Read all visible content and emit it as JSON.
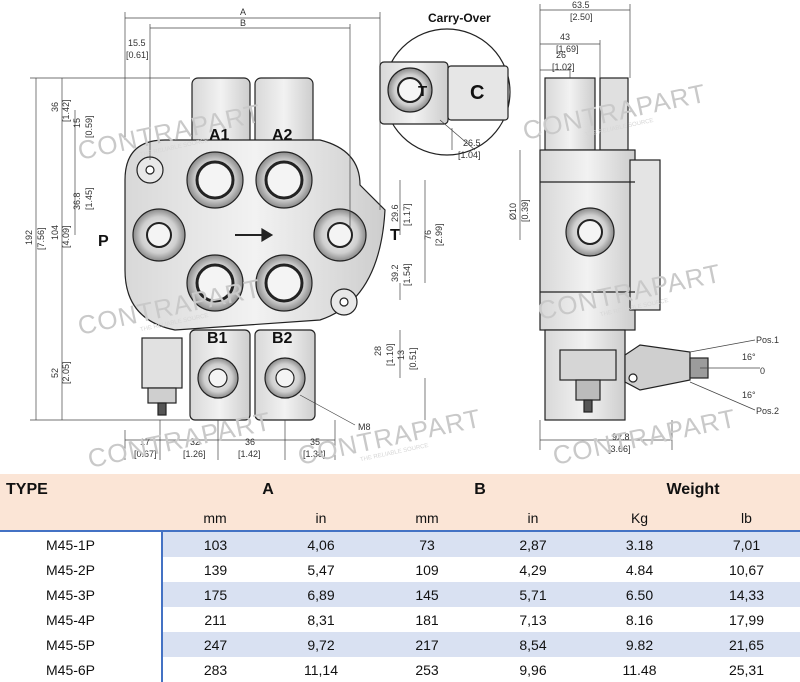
{
  "drawing": {
    "carry_over_title": "Carry-Over",
    "ports": {
      "a1": "A1",
      "a2": "A2",
      "b1": "B1",
      "b2": "B2",
      "p": "P",
      "t": "T",
      "c": "C",
      "t_small": "T"
    },
    "top_dims": {
      "a": "A",
      "b": "B",
      "d15_5": "15.5",
      "d15_5_in": "[0.61]"
    },
    "left_dims": {
      "d36": "36",
      "d36_in": "[1.42]",
      "d15": "15",
      "d15_in": "[0.59]",
      "d36_8": "36.8",
      "d36_8_in": "[1.45]",
      "d104": "104",
      "d104_in": "[4.09]",
      "d192": "192",
      "d192_in": "[7.56]",
      "d52": "52",
      "d52_in": "[2.05]"
    },
    "right_dims": {
      "d29_6": "29.6",
      "d29_6_in": "[1.17]",
      "d76": "76",
      "d76_in": "[2.99]",
      "d39_2": "39.2",
      "d39_2_in": "[1.54]",
      "d28": "28",
      "d28_in": "[1.10]",
      "d13": "13",
      "d13_in": "[0.51]"
    },
    "bottom_dims": {
      "d17": "17",
      "d17_in": "[0.67]",
      "d32": "32",
      "d32_in": "[1.26]",
      "d36": "36",
      "d36_in": "[1.42]",
      "d35": "35",
      "d35_in": "[1.38]",
      "m8": "M8"
    },
    "carry_dims": {
      "d26_5": "26.5",
      "d26_5_in": "[1.04]"
    },
    "side_dims": {
      "d63_5": "63.5",
      "d63_5_in": "[2.50]",
      "d43": "43",
      "d43_in": "[1.69]",
      "d26": "26",
      "d26_in": "[1.02]",
      "d10": "Ø10",
      "d10_in": "[0.39]",
      "d92_8": "92.8",
      "d92_8_in": "[3.66]",
      "pos1": "Pos.1",
      "pos2": "Pos.2",
      "ang1": "16°",
      "ang0": "0",
      "ang2": "16°"
    },
    "watermark": {
      "brand": "CONTRAPART",
      "tagline": "THE RELIABLE SOURCE"
    }
  },
  "table": {
    "headers": {
      "type": "TYPE",
      "a": "A",
      "b": "B",
      "weight": "Weight"
    },
    "units": [
      "mm",
      "in",
      "mm",
      "in",
      "Kg",
      "lb"
    ],
    "rows": [
      {
        "type": "M45-1P",
        "a_mm": "103",
        "a_in": "4,06",
        "b_mm": "73",
        "b_in": "2,87",
        "kg": "3.18",
        "lb": "7,01"
      },
      {
        "type": "M45-2P",
        "a_mm": "139",
        "a_in": "5,47",
        "b_mm": "109",
        "b_in": "4,29",
        "kg": "4.84",
        "lb": "10,67"
      },
      {
        "type": "M45-3P",
        "a_mm": "175",
        "a_in": "6,89",
        "b_mm": "145",
        "b_in": "5,71",
        "kg": "6.50",
        "lb": "14,33"
      },
      {
        "type": "M45-4P",
        "a_mm": "211",
        "a_in": "8,31",
        "b_mm": "181",
        "b_in": "7,13",
        "kg": "8.16",
        "lb": "17,99"
      },
      {
        "type": "M45-5P",
        "a_mm": "247",
        "a_in": "9,72",
        "b_mm": "217",
        "b_in": "8,54",
        "kg": "9.82",
        "lb": "21,65"
      },
      {
        "type": "M45-6P",
        "a_mm": "283",
        "a_in": "11,14",
        "b_mm": "253",
        "b_in": "9,96",
        "kg": "11.48",
        "lb": "25,31"
      }
    ]
  }
}
